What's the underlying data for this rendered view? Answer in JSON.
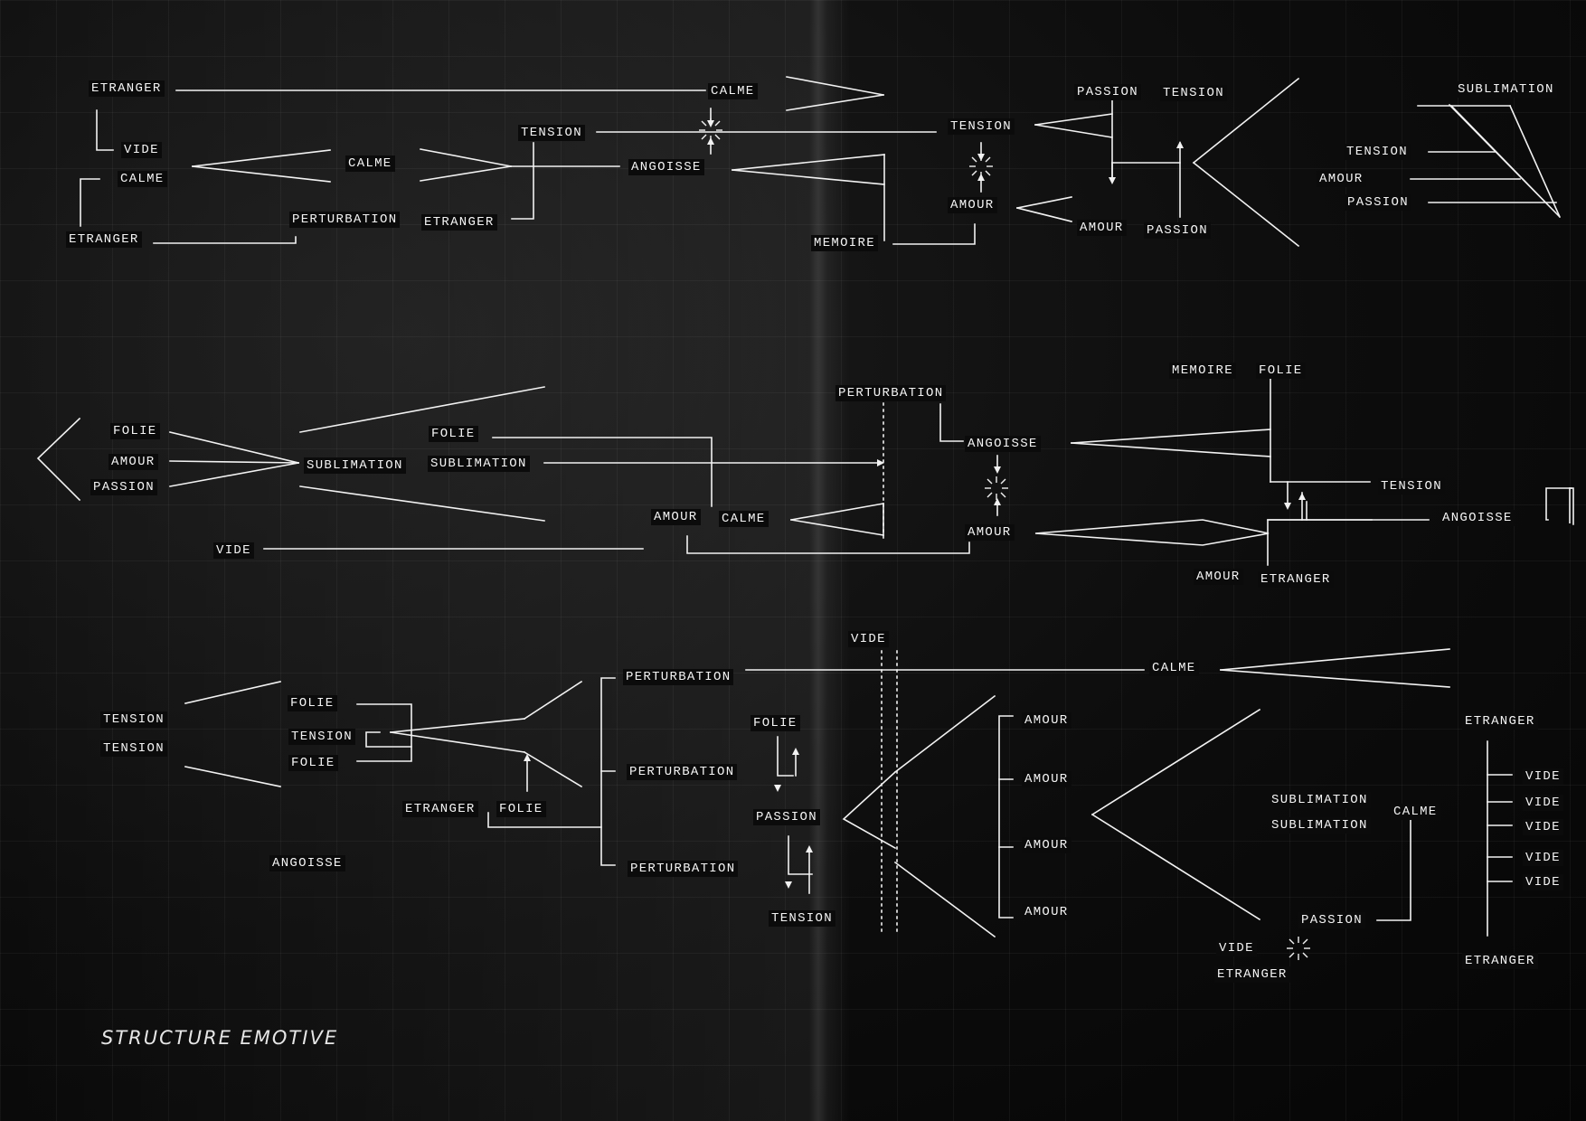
{
  "caption": "STRUCTURE EMOTIVE",
  "labels": {
    "r1": [
      "ETRANGER",
      "VIDE",
      "CALME",
      "ETRANGER",
      "CALME",
      "PERTURBATION",
      "ETRANGER",
      "TENSION",
      "ANGOISSE",
      "CALME",
      "TENSION",
      "AMOUR",
      "MEMOIRE",
      "PASSION",
      "TENSION",
      "AMOUR",
      "PASSION",
      "SUBLIMATION",
      "TENSION",
      "AMOUR",
      "PASSION"
    ],
    "r2": [
      "FOLIE",
      "AMOUR",
      "PASSION",
      "SUBLIMATION",
      "FOLIE",
      "SUBLIMATION",
      "VIDE",
      "AMOUR",
      "CALME",
      "PERTURBATION",
      "ANGOISSE",
      "AMOUR",
      "MEMOIRE",
      "FOLIE",
      "TENSION",
      "ANGOISSE",
      "AMOUR",
      "ETRANGER"
    ],
    "r3": [
      "TENSION",
      "TENSION",
      "FOLIE",
      "TENSION",
      "FOLIE",
      "ETRANGER",
      "FOLIE",
      "ANGOISSE",
      "PERTURBATION",
      "PERTURBATION",
      "PERTURBATION",
      "FOLIE",
      "PASSION",
      "TENSION",
      "VIDE",
      "CALME",
      "AMOUR",
      "AMOUR",
      "AMOUR",
      "AMOUR",
      "SUBLIMATION",
      "SUBLIMATION",
      "CALME",
      "PASSION",
      "VIDE",
      "ETRANGER",
      "ETRANGER",
      "VIDE",
      "VIDE",
      "VIDE",
      "VIDE",
      "VIDE",
      "ETRANGER"
    ]
  }
}
